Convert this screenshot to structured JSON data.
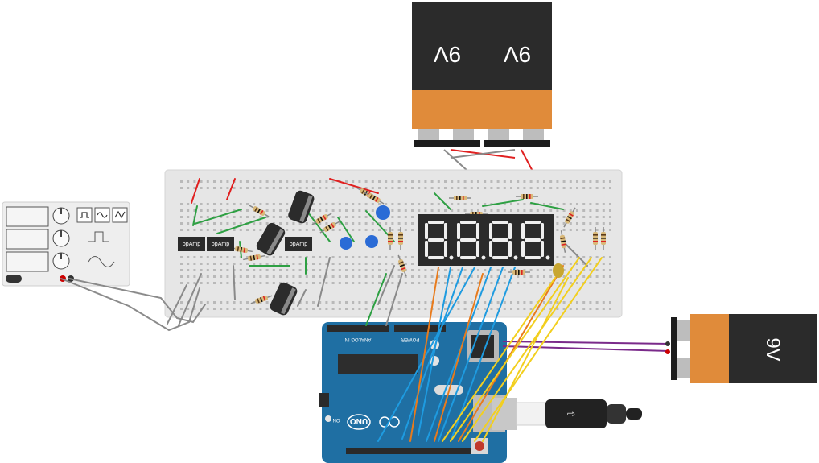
{
  "batteries": {
    "top_left": {
      "label": "9V"
    },
    "top_right": {
      "label": "9V"
    },
    "right": {
      "label": "9V"
    }
  },
  "breadboard": {
    "opamps": [
      "opAmp",
      "opAmp",
      "opAmp"
    ]
  },
  "function_generator": {
    "waveforms": [
      "square",
      "sine",
      "triangle"
    ]
  },
  "display": {
    "digits": "8.8.8.8."
  },
  "arduino": {
    "model": "UNO",
    "analog_header": "ANALOG IN",
    "power_header": "POWER",
    "on_label": "ON"
  },
  "colors": {
    "arduino_blue": "#1f6fa3",
    "battery_orange": "#e08b3a",
    "battery_black": "#2b2b2b",
    "breadboard": "#e6e6e6",
    "wire_red": "#e02020",
    "wire_green": "#2ea043",
    "wire_blue": "#1e9be0",
    "wire_yellow": "#f2cf1f",
    "wire_orange": "#e87b1c",
    "wire_gray": "#8a8a8a",
    "wire_purple": "#7a2a8a"
  }
}
